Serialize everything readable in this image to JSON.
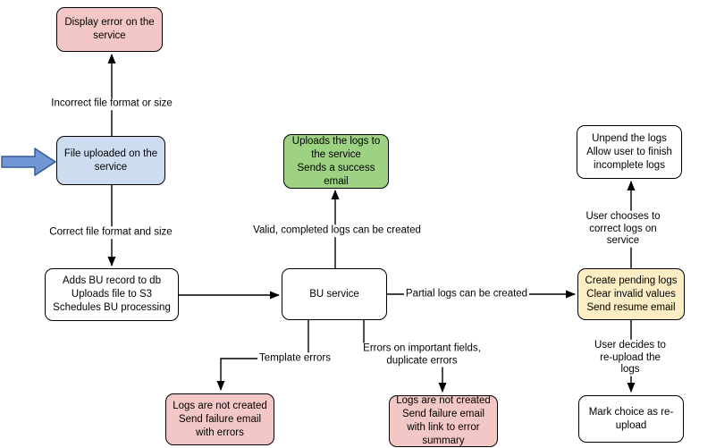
{
  "diagram": {
    "type": "flowchart",
    "background": "#ffffff",
    "colors": {
      "error_fill": "#f2c7c5",
      "upload_fill": "#cedcf2",
      "success_fill": "#9cd282",
      "pending_fill": "#fbeec5",
      "plain_fill": "#ffffff",
      "node_border": "#000000",
      "edge_stroke": "#000000",
      "entry_arrow_fill": "#7296d4",
      "entry_arrow_stroke": "#355a96"
    },
    "nodes": {
      "display_error": {
        "label": "Display error on the\nservice"
      },
      "file_uploaded": {
        "label": "File uploaded on the\nservice"
      },
      "adds_bu_record": {
        "label": "Adds BU record to db\nUploads file to S3\nSchedules BU processing"
      },
      "bu_service": {
        "label": "BU service"
      },
      "uploads_logs": {
        "label": "Uploads the logs to\nthe service\nSends a success\nemail"
      },
      "logs_failure_errors": {
        "label": "Logs are not created\nSend failure email\nwith errors"
      },
      "logs_failure_summary": {
        "label": "Logs are not created\nSend failure email\nwith link to error\nsummary"
      },
      "unpend_logs": {
        "label": "Unpend the logs\nAllow user to finish\nincomplete logs"
      },
      "create_pending_logs": {
        "label": "Create pending logs\nClear invalid values\nSend resume email"
      },
      "mark_reupload": {
        "label": "Mark choice as re-\nupload"
      }
    },
    "edges": {
      "incorrect_file": {
        "label": "Incorrect file format or size"
      },
      "correct_file": {
        "label": "Correct file format and size"
      },
      "valid_logs": {
        "label": "Valid, completed logs can be created"
      },
      "partial_logs": {
        "label": "Partial logs can be created"
      },
      "template_errors": {
        "label": "Template errors"
      },
      "important_errors": {
        "label": "Errors on important fields,\nduplicate errors"
      },
      "correct_on_service": {
        "label": "User chooses to correct logs on service"
      },
      "reupload_logs": {
        "label": "User decides to re-upload the logs"
      }
    }
  }
}
